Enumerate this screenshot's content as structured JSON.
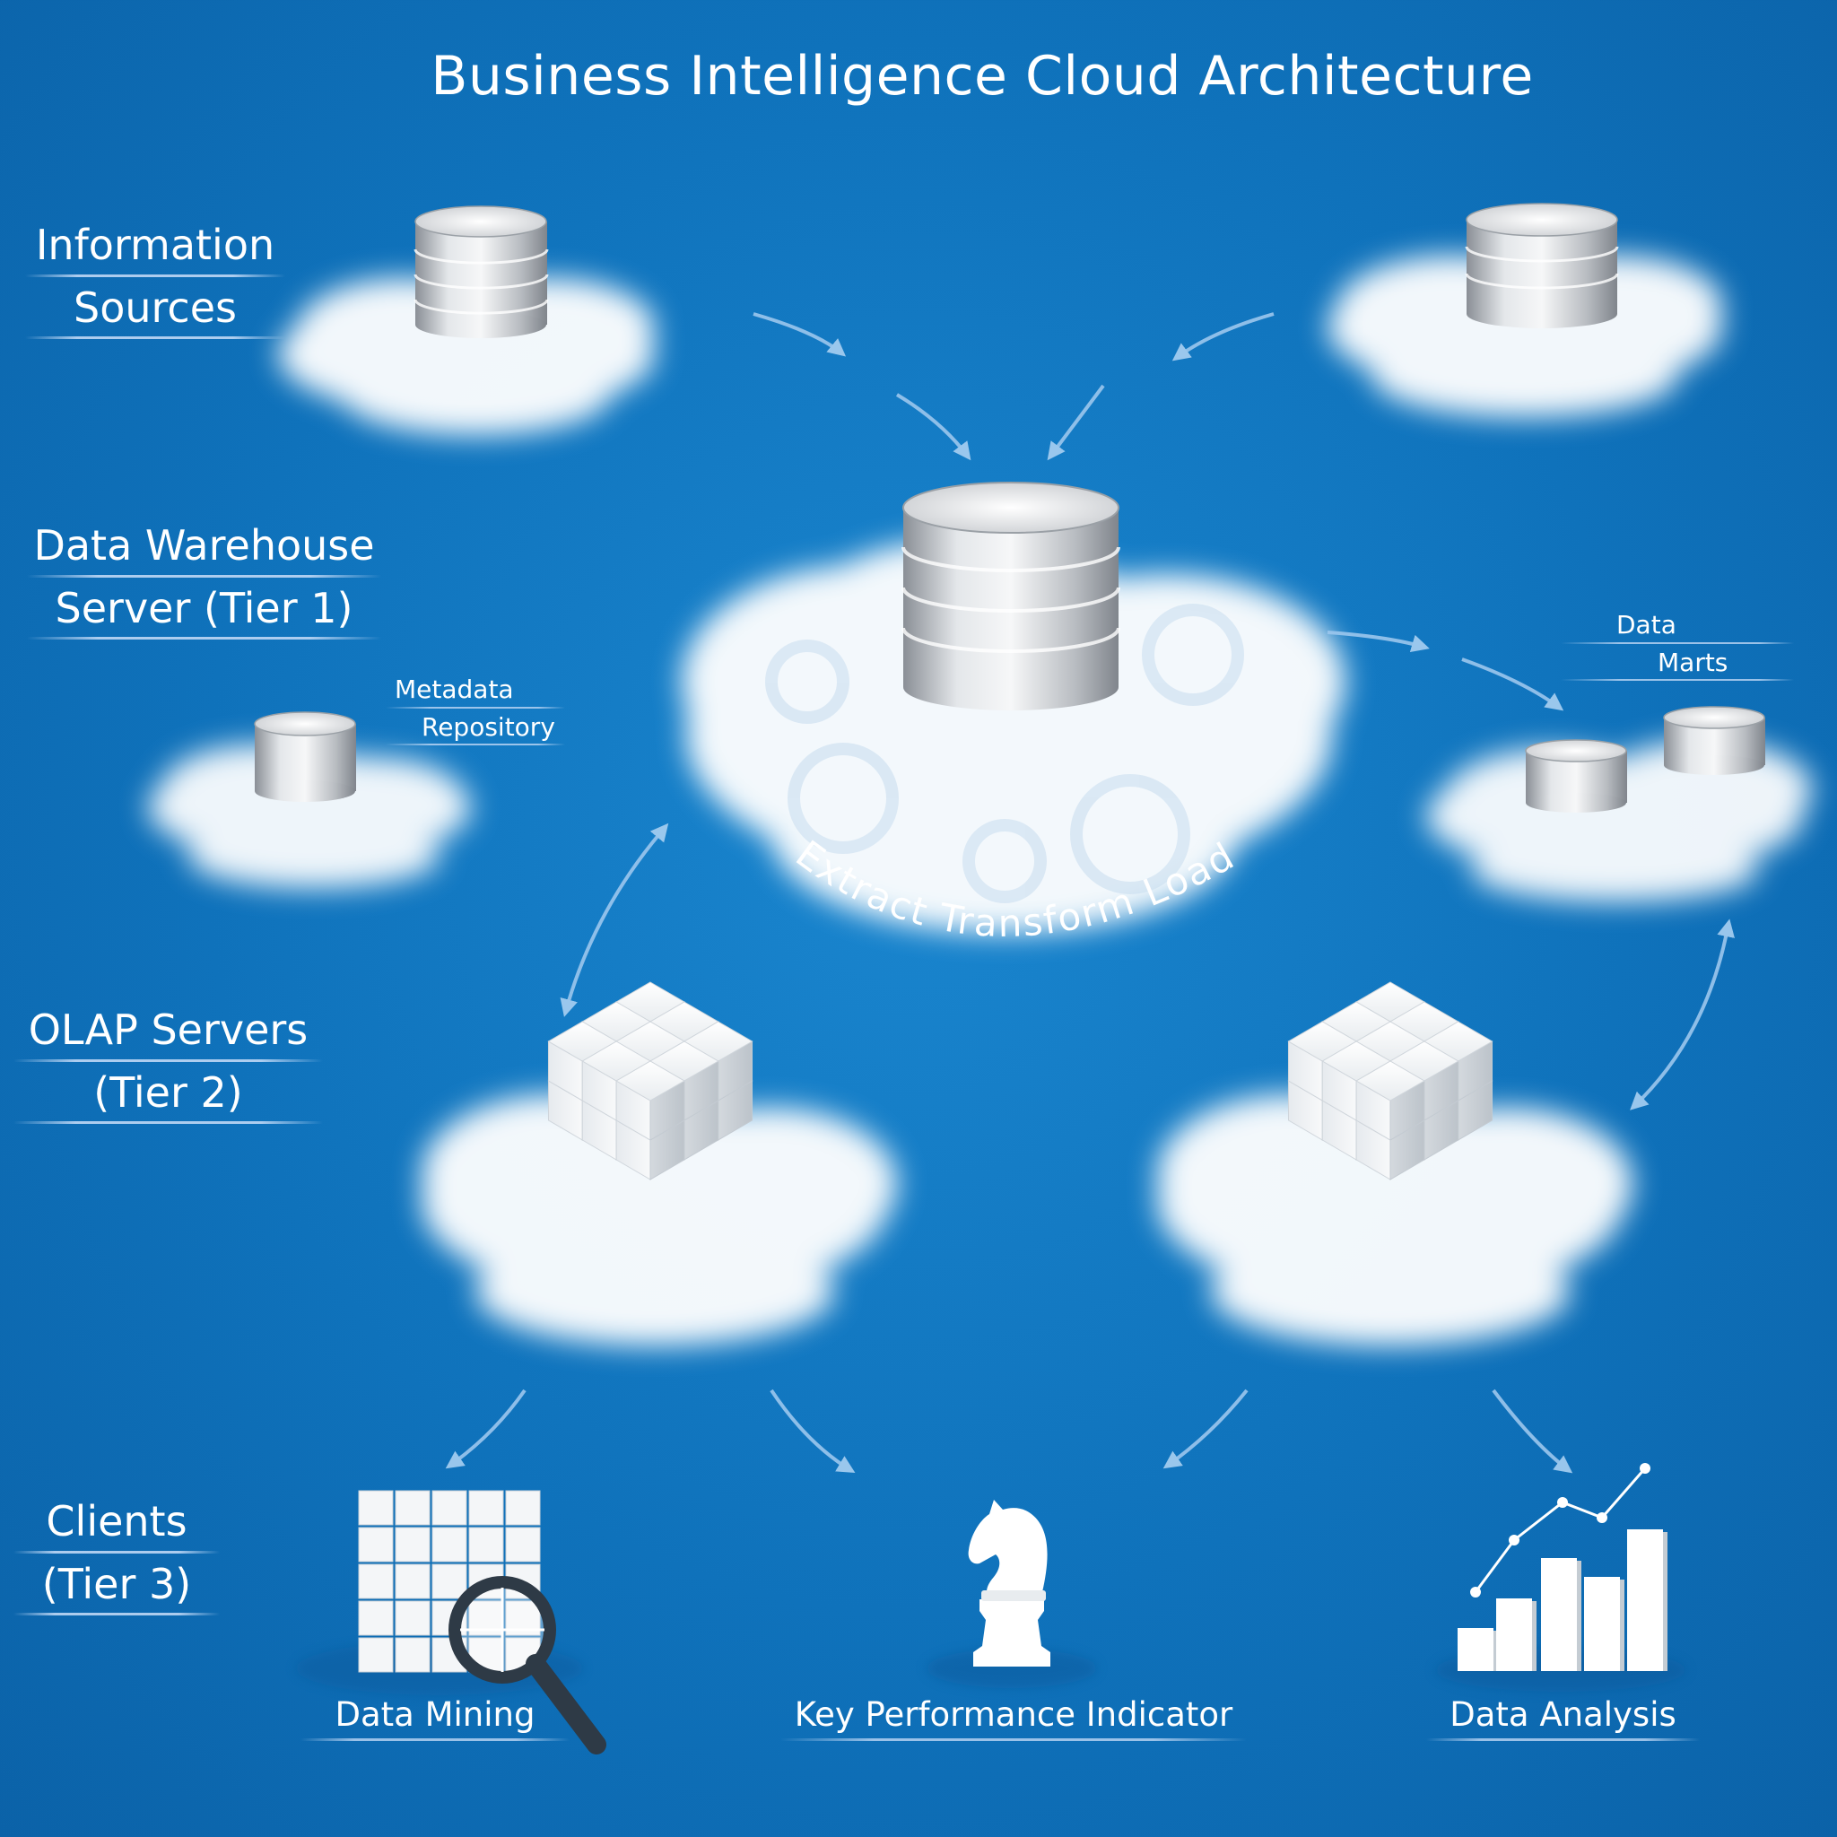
{
  "title": "Business Intelligence Cloud Architecture",
  "tiers": {
    "information_sources": [
      "Information",
      "Sources"
    ],
    "data_warehouse": [
      "Data Warehouse",
      "Server (Tier 1)"
    ],
    "olap": [
      "OLAP Servers",
      "(Tier 2)"
    ],
    "clients": [
      "Clients",
      "(Tier 3)"
    ]
  },
  "components": {
    "metadata_repository": [
      "Metadata",
      "Repository"
    ],
    "data_marts": [
      "Data",
      "Marts"
    ],
    "etl": [
      "Extract",
      "Transform",
      "Load"
    ]
  },
  "clients": {
    "data_mining": "Data Mining",
    "kpi": "Key Performance Indicator",
    "data_analysis": "Data Analysis"
  },
  "colors": {
    "background": "#0f72bb",
    "text": "#ffffff",
    "arrow": "#9fc8ee"
  }
}
